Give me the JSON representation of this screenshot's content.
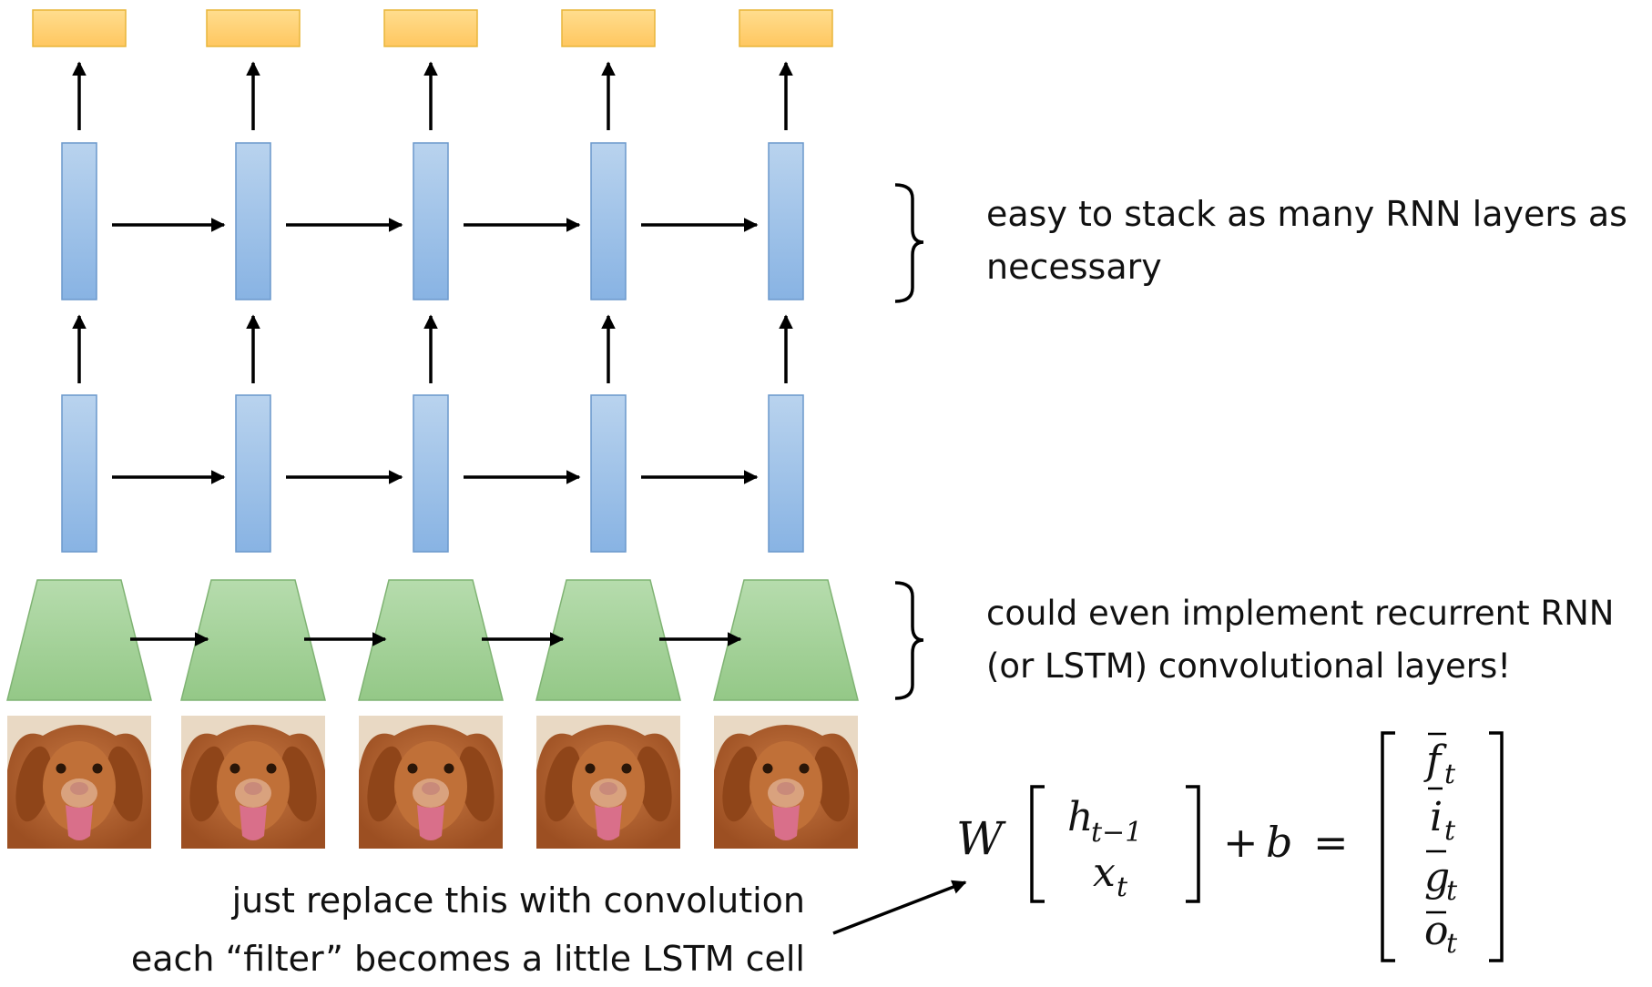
{
  "annotations": {
    "stack_line1": "easy to stack as many RNN layers as",
    "stack_line2": "necessary",
    "conv_line1": "could even implement recurrent RNN",
    "conv_line2": "(or LSTM) convolutional layers!"
  },
  "captions": {
    "line1": "just replace this with convolution",
    "line2": "each “filter” becomes a little LSTM cell"
  },
  "equation": {
    "W": "W",
    "h": "h",
    "h_sub": "t−1",
    "x": "x",
    "x_sub": "t",
    "plus": "+",
    "b": "b",
    "equals": "=",
    "f": "f",
    "i": "i",
    "g": "g",
    "o": "o",
    "sub_t": "t"
  },
  "timesteps": 5,
  "colors": {
    "output": "#ffd27a",
    "output_border": "#e8b53a",
    "rnn_top": "#b9d3ee",
    "rnn_bottom": "#88b3e3",
    "rnn_border": "#6b98cc",
    "conv_top": "#b6dcad",
    "conv_bottom": "#94c887",
    "conv_border": "#7fb373",
    "dog_fur": "#b66430"
  }
}
